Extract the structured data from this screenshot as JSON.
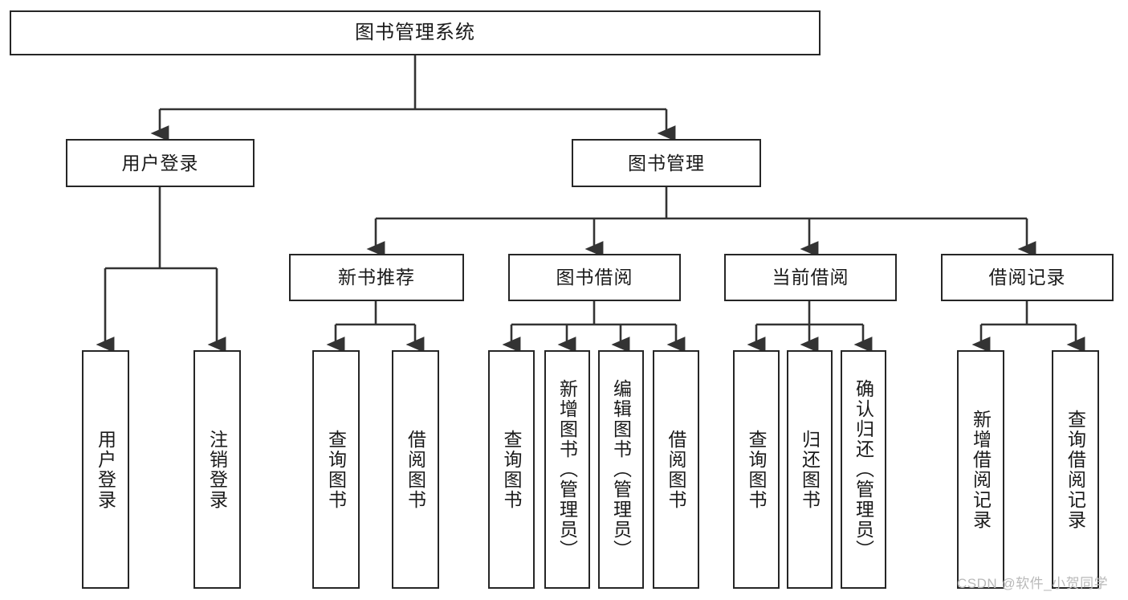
{
  "diagram": {
    "title": "图书管理系统",
    "watermark": "CSDN @软件_小贺同学",
    "line_color": "#333333",
    "box_border_color": "#262626",
    "background": "#ffffff",
    "nodes": {
      "root": {
        "label": "图书管理系统"
      },
      "level1": [
        {
          "id": "user-login",
          "label": "用户登录"
        },
        {
          "id": "book-management",
          "label": "图书管理"
        }
      ],
      "level2": [
        {
          "id": "new-book-recommend",
          "label": "新书推荐"
        },
        {
          "id": "book-borrow",
          "label": "图书借阅"
        },
        {
          "id": "current-borrow",
          "label": "当前借阅"
        },
        {
          "id": "borrow-record",
          "label": "借阅记录"
        }
      ],
      "leaves": [
        {
          "id": "leaf-user-login",
          "label": "用户登录",
          "parent": "user-login"
        },
        {
          "id": "leaf-logout-login",
          "label": "注销登录",
          "parent": "user-login"
        },
        {
          "id": "leaf-query-book-1",
          "label": "查询图书",
          "parent": "new-book-recommend"
        },
        {
          "id": "leaf-borrow-book-1",
          "label": "借阅图书",
          "parent": "new-book-recommend"
        },
        {
          "id": "leaf-query-book-2",
          "label": "查询图书",
          "parent": "book-borrow"
        },
        {
          "id": "leaf-add-book",
          "label": "新增图书（管理员）",
          "parent": "book-borrow"
        },
        {
          "id": "leaf-edit-book",
          "label": "编辑图书（管理员）",
          "parent": "book-borrow"
        },
        {
          "id": "leaf-borrow-book-2",
          "label": "借阅图书",
          "parent": "book-borrow"
        },
        {
          "id": "leaf-query-book-3",
          "label": "查询图书",
          "parent": "current-borrow"
        },
        {
          "id": "leaf-return-book",
          "label": "归还图书",
          "parent": "current-borrow"
        },
        {
          "id": "leaf-confirm-return",
          "label": "确认归还（管理员）",
          "parent": "current-borrow"
        },
        {
          "id": "leaf-add-record",
          "label": "新增借阅记录",
          "parent": "borrow-record"
        },
        {
          "id": "leaf-query-record",
          "label": "查询借阅记录",
          "parent": "borrow-record"
        }
      ]
    }
  }
}
